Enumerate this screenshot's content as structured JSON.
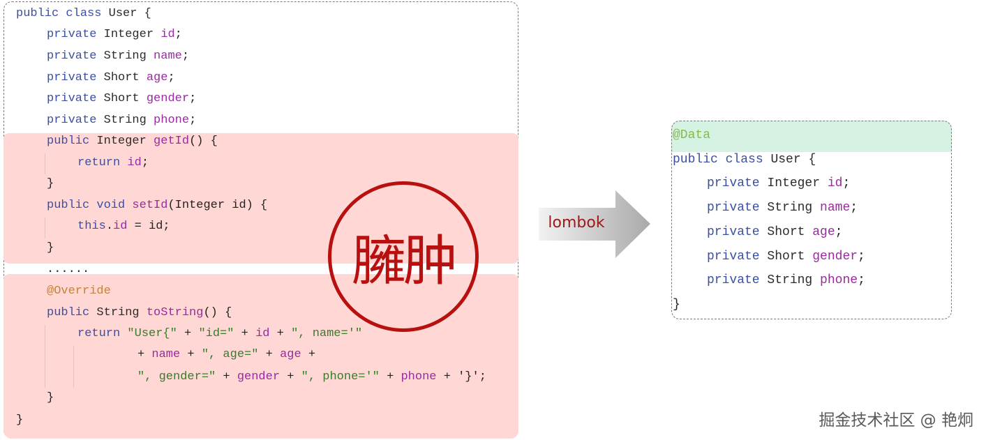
{
  "left_code": {
    "lines": [
      [
        [
          "kw",
          "public class "
        ],
        [
          "ty",
          "User {"
        ]
      ],
      [
        [
          "kw",
          "private "
        ],
        [
          "ty",
          "Integer "
        ],
        [
          "fd",
          "id"
        ],
        [
          "pl",
          ";"
        ]
      ],
      [
        [
          "kw",
          "private "
        ],
        [
          "ty",
          "String "
        ],
        [
          "fd",
          "name"
        ],
        [
          "pl",
          ";"
        ]
      ],
      [
        [
          "kw",
          "private "
        ],
        [
          "ty",
          "Short "
        ],
        [
          "fd",
          "age"
        ],
        [
          "pl",
          ";"
        ]
      ],
      [
        [
          "kw",
          "private "
        ],
        [
          "ty",
          "Short "
        ],
        [
          "fd",
          "gender"
        ],
        [
          "pl",
          ";"
        ]
      ],
      [
        [
          "kw",
          "private "
        ],
        [
          "ty",
          "String "
        ],
        [
          "fd",
          "phone"
        ],
        [
          "pl",
          ";"
        ]
      ],
      [
        [
          "kw",
          "public "
        ],
        [
          "ty",
          "Integer "
        ],
        [
          "fd",
          "getId"
        ],
        [
          "pl",
          "() {"
        ]
      ],
      [
        [
          "kw",
          "return "
        ],
        [
          "fd",
          "id"
        ],
        [
          "pl",
          ";"
        ]
      ],
      [
        [
          "pl",
          "}"
        ]
      ],
      [
        [
          "kw",
          "public void "
        ],
        [
          "fd",
          "setId"
        ],
        [
          "pl",
          "(Integer id) {"
        ]
      ],
      [
        [
          "kw",
          "this"
        ],
        [
          "pl",
          "."
        ],
        [
          "fd",
          "id"
        ],
        [
          "pl",
          " = id;"
        ]
      ],
      [
        [
          "pl",
          "}"
        ]
      ],
      [
        [
          "pl",
          "......"
        ]
      ],
      [
        [
          "an",
          "@Override"
        ]
      ],
      [
        [
          "kw",
          "public "
        ],
        [
          "ty",
          "String "
        ],
        [
          "fd",
          "toString"
        ],
        [
          "pl",
          "() {"
        ]
      ],
      [
        [
          "kw",
          "return "
        ],
        [
          "st",
          "\"User{\""
        ],
        [
          "pl",
          " + "
        ],
        [
          "st",
          "\"id=\""
        ],
        [
          "pl",
          " + "
        ],
        [
          "fd",
          "id"
        ],
        [
          "pl",
          " + "
        ],
        [
          "st",
          "\", name='\""
        ]
      ],
      [
        [
          "pl",
          "+ "
        ],
        [
          "fd",
          "name"
        ],
        [
          "pl",
          " + "
        ],
        [
          "st",
          "\", age=\""
        ],
        [
          "pl",
          " + "
        ],
        [
          "fd",
          "age"
        ],
        [
          "pl",
          " +"
        ]
      ],
      [
        [
          "st",
          "\", gender=\""
        ],
        [
          "pl",
          " + "
        ],
        [
          "fd",
          "gender"
        ],
        [
          "pl",
          " + "
        ],
        [
          "st",
          "\", phone='\""
        ],
        [
          "pl",
          " + "
        ],
        [
          "fd",
          "phone"
        ],
        [
          "pl",
          " + '}';"
        ]
      ],
      [
        [
          "pl",
          "}"
        ]
      ],
      [
        [
          "pl",
          "}"
        ]
      ]
    ]
  },
  "right_code": {
    "lines": [
      [
        [
          "ang",
          "@Data"
        ]
      ],
      [
        [
          "kw",
          "public class "
        ],
        [
          "ty",
          "User {"
        ]
      ],
      [
        [
          "kw",
          "private "
        ],
        [
          "ty",
          "Integer "
        ],
        [
          "fd",
          "id"
        ],
        [
          "pl",
          ";"
        ]
      ],
      [
        [
          "kw",
          "private "
        ],
        [
          "ty",
          "String "
        ],
        [
          "fd",
          "name"
        ],
        [
          "pl",
          ";"
        ]
      ],
      [
        [
          "kw",
          "private "
        ],
        [
          "ty",
          "Short "
        ],
        [
          "fd",
          "age"
        ],
        [
          "pl",
          ";"
        ]
      ],
      [
        [
          "kw",
          "private "
        ],
        [
          "ty",
          "Short "
        ],
        [
          "fd",
          "gender"
        ],
        [
          "pl",
          ";"
        ]
      ],
      [
        [
          "kw",
          "private "
        ],
        [
          "ty",
          "String "
        ],
        [
          "fd",
          "phone"
        ],
        [
          "pl",
          ";"
        ]
      ],
      [
        [
          "pl",
          "}"
        ]
      ]
    ]
  },
  "stamp_text": "臃肿",
  "arrow_label": "lombok",
  "watermark": "掘金技术社区 @ 艳炯",
  "colors": {
    "keyword": "#3a4fa5",
    "field": "#9a2aa0",
    "string": "#3a7a2a",
    "annotation": "#c5823a",
    "highlight_bloat": "#ffd8d6",
    "highlight_data": "#d6f2e2",
    "stamp": "#b80f0f"
  }
}
